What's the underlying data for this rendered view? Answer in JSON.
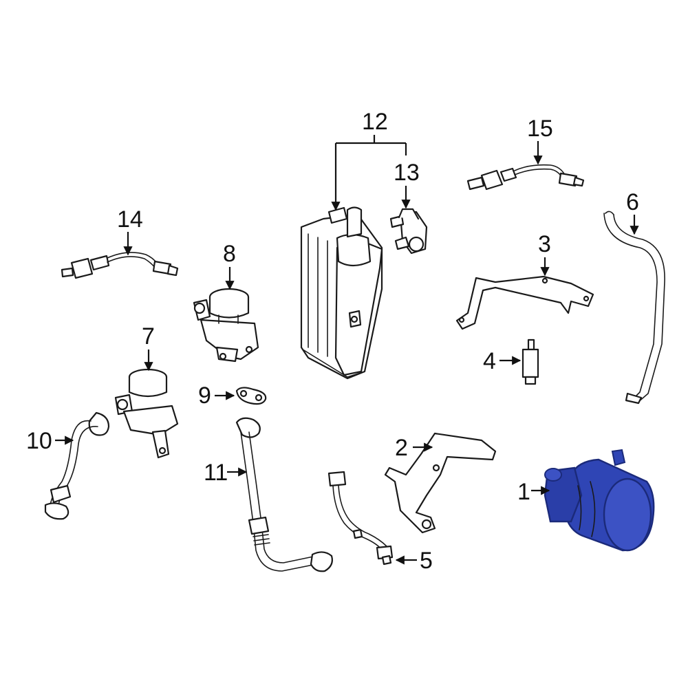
{
  "colors": {
    "highlight_part": "#2f45b5",
    "highlight_dark": "#1b2a7a",
    "line": "#1a1a1a",
    "background": "#ffffff"
  },
  "callouts": {
    "c1": "1",
    "c2": "2",
    "c3": "3",
    "c4": "4",
    "c5": "5",
    "c6": "6",
    "c7": "7",
    "c8": "8",
    "c9": "9",
    "c10": "10",
    "c11": "11",
    "c12": "12",
    "c13": "13",
    "c14": "14",
    "c15": "15"
  }
}
